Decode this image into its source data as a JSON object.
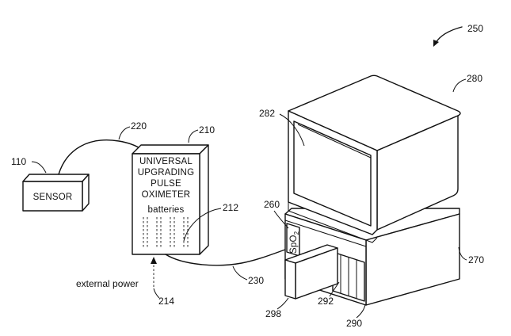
{
  "figure": {
    "system_ref": "250",
    "sensor": {
      "ref": "110",
      "label": "SENSOR"
    },
    "sensor_cable": {
      "ref": "220"
    },
    "oximeter": {
      "ref": "210",
      "lines": [
        "UNIVERSAL",
        "UPGRADING",
        "PULSE",
        "OXIMETER"
      ],
      "batteries_label": "batteries",
      "batteries_ref": "212"
    },
    "external_power": {
      "label": "external power",
      "ref": "214"
    },
    "monitor_cable": {
      "ref": "230"
    },
    "monitor": {
      "ref": "280",
      "screen_ref": "282"
    },
    "spo2_port": {
      "ref": "260",
      "label_main": "SpO",
      "label_sub": "2"
    },
    "base": {
      "ref": "270"
    },
    "module": {
      "ref": "298"
    },
    "slot": {
      "ref": "292"
    },
    "bay": {
      "ref": "290"
    }
  }
}
